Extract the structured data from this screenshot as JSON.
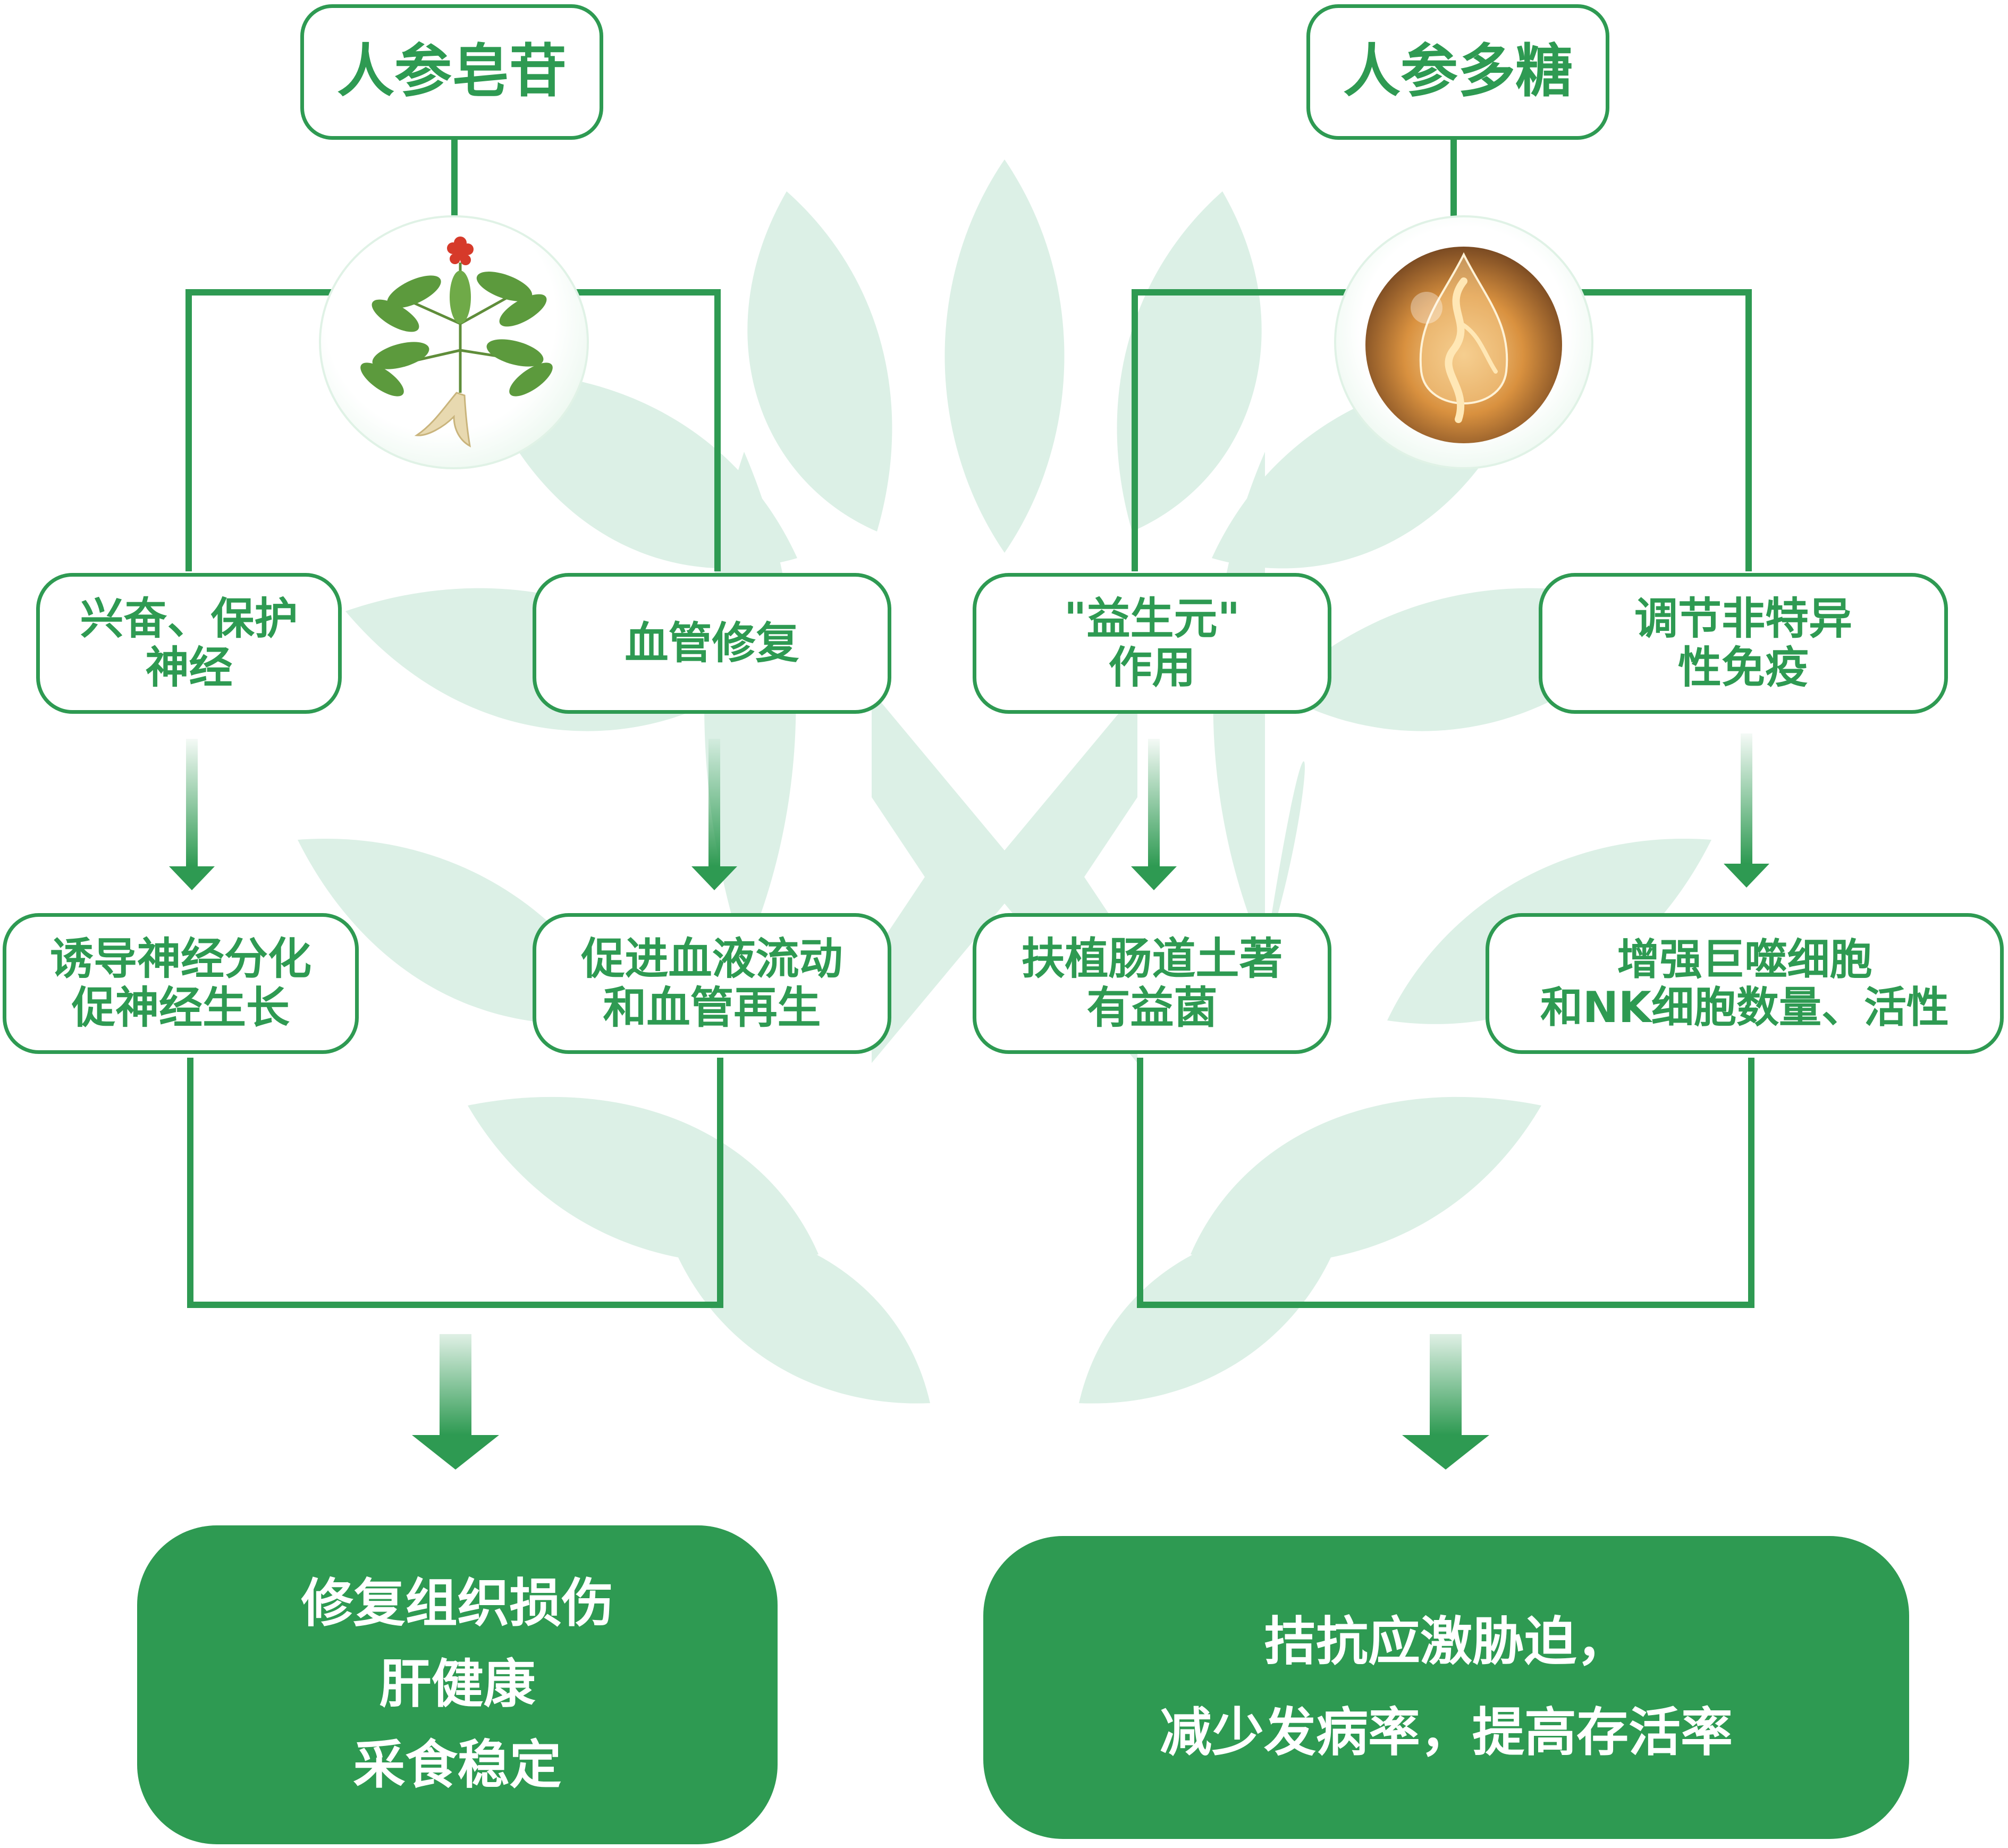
{
  "left": {
    "title": "人参皂苷",
    "image_icon": "ginseng-plant-icon",
    "branches": [
      {
        "top": [
          "兴奋、保护",
          "神经"
        ],
        "bottom": [
          "诱导神经分化",
          "促神经生长"
        ]
      },
      {
        "top": [
          "血管修复"
        ],
        "bottom": [
          "促进血液流动",
          "和血管再生"
        ]
      }
    ],
    "result": [
      "修复组织损伤",
      "肝健康",
      "采食稳定"
    ]
  },
  "right": {
    "title": "人参多糖",
    "image_icon": "ginseng-in-droplet-icon",
    "branches": [
      {
        "top": [
          "\"益生元\"",
          "作用"
        ],
        "bottom": [
          "扶植肠道土著",
          "有益菌"
        ]
      },
      {
        "top": [
          "调节非特异",
          "性免疫"
        ],
        "bottom": [
          "增强巨噬细胞",
          "和NK细胞数量、活性"
        ]
      }
    ],
    "result": [
      "拮抗应激胁迫，",
      "减少发病率，提高存活率"
    ]
  },
  "colors": {
    "green": "#2e9a52",
    "watermark": "#dcf0e6"
  }
}
